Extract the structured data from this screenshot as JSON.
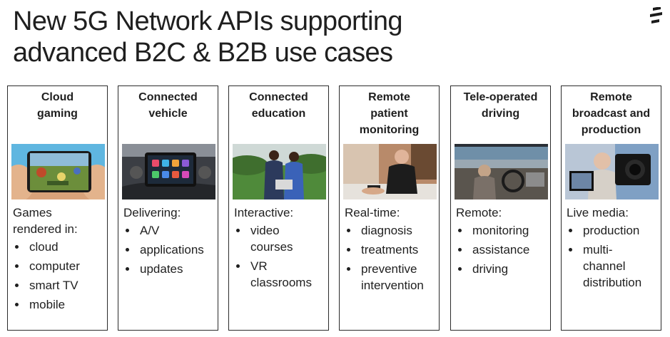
{
  "title": {
    "line1": "New 5G Network APIs supporting",
    "line2": "advanced B2C & B2B use cases"
  },
  "logo": {
    "icon": "ericsson-logo-icon"
  },
  "cards": [
    {
      "title": "Cloud\ngaming",
      "image": "mobile-game-photo",
      "lead": "Games\nrendered in:",
      "bullets": [
        "cloud",
        "computer",
        "smart TV",
        "mobile"
      ]
    },
    {
      "title": "Connected\nvehicle",
      "image": "car-dashboard-photo",
      "lead": "Delivering:",
      "bullets": [
        "A/V",
        "applications",
        "updates"
      ]
    },
    {
      "title": "Connected\neducation",
      "image": "outdoor-learning-photo",
      "lead": "Interactive:",
      "bullets": [
        "video\ncourses",
        "VR\nclassrooms"
      ]
    },
    {
      "title": "Remote\npatient\nmonitoring",
      "image": "patient-with-phone-photo",
      "lead": "Real-time:",
      "bullets": [
        "diagnosis",
        "treatments",
        "preventive\nintervention"
      ]
    },
    {
      "title": "Tele-operated\ndriving",
      "image": "remote-driving-station-photo",
      "lead": "Remote:",
      "bullets": [
        "monitoring",
        "assistance",
        "driving"
      ]
    },
    {
      "title": "Remote\nbroadcast and\nproduction",
      "image": "camera-broadcast-photo",
      "lead": "Live media:",
      "bullets": [
        "production",
        "multi-\nchannel\ndistribution"
      ]
    }
  ]
}
